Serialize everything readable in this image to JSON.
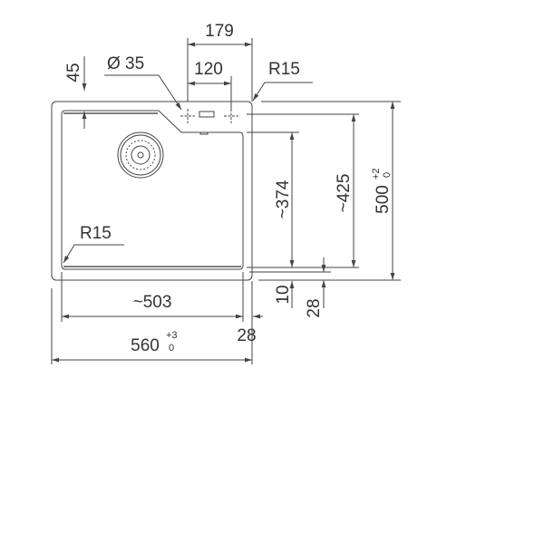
{
  "drawing": {
    "dimensions": {
      "tap_span": "179",
      "tap_hole_diameter": "Ø 35",
      "tap_spacing": "120",
      "corner_radius_top": "R15",
      "ledge_depth": "45",
      "corner_radius_bowl": "R15",
      "bowl_depth": "~374",
      "bowl_outer_depth": "~425",
      "overall_depth": "500",
      "overall_depth_tol_upper": "+2",
      "overall_depth_tol_lower": "0",
      "bottom_margin": "10",
      "bottom_offset": "28",
      "bowl_width": "~503",
      "side_offset": "28",
      "overall_width": "560",
      "overall_width_tol_upper": "+3",
      "overall_width_tol_lower": "0"
    }
  }
}
